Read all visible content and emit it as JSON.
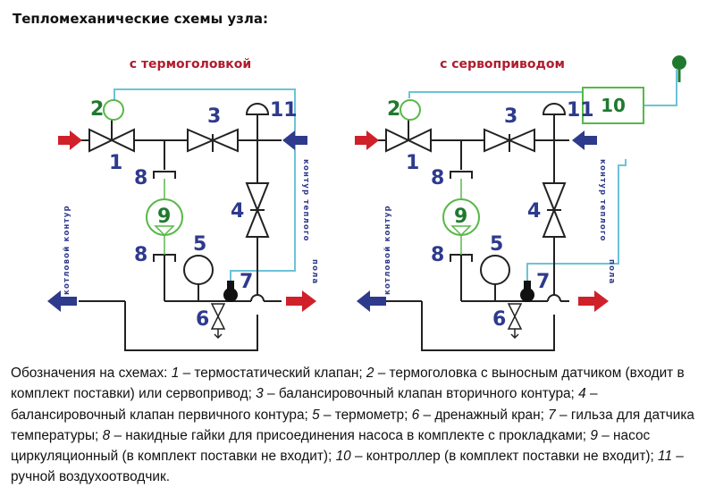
{
  "title": "Тепломеханические схемы узла:",
  "schemes": [
    {
      "subtitle": "с термоголовкой",
      "labels": {
        "n1": "1",
        "n2": "2",
        "n3": "3",
        "n4": "4",
        "n5": "5",
        "n6": "6",
        "n7": "7",
        "n8a": "8",
        "n8b": "8",
        "n9": "9",
        "n11": "11"
      },
      "left_vertical": "котловой контур",
      "right_vertical_1": "контур теплого",
      "right_vertical_2": "пола"
    },
    {
      "subtitle": "с сервоприводом",
      "labels": {
        "n1": "1",
        "n2": "2",
        "n3": "3",
        "n4": "4",
        "n5": "5",
        "n6": "6",
        "n7": "7",
        "n8a": "8",
        "n8b": "8",
        "n9": "9",
        "n10": "10",
        "n11": "11"
      },
      "left_vertical": "котловой контур",
      "right_vertical_1": "контур теплого",
      "right_vertical_2": "пола"
    }
  ],
  "colors": {
    "subtitle": "#b01c2e",
    "number_blue": "#2e3a8c",
    "number_green": "#1f7a2e",
    "hot_arrow": "#d0202a",
    "cold_arrow": "#2e3a8c",
    "signal_line": "#6cc3d8",
    "pump": "#58b848",
    "pipe": "#222222"
  },
  "legend": {
    "intro": "Обозначения на схемах: ",
    "items": [
      {
        "num": "1",
        "text": " – термостатический клапан; "
      },
      {
        "num": "2",
        "text": " – термоголовка с выносным датчиком (входит в комплект поставки) или сервопривод; "
      },
      {
        "num": "3",
        "text": " – балансировочный клапан вторичного контура; "
      },
      {
        "num": "4",
        "text": " – балансировочный клапан первичного контура; "
      },
      {
        "num": "5",
        "text": " – термометр; "
      },
      {
        "num": "6",
        "text": " – дренажный кран; "
      },
      {
        "num": "7",
        "text": " – гильза для датчика температуры; "
      },
      {
        "num": "8",
        "text": " – накидные гайки для присоединения насоса в комплекте с прокладками; "
      },
      {
        "num": "9",
        "text": " – насос циркуляционный (в комплект поставки не входит); "
      },
      {
        "num": "10",
        "text": " – контроллер (в комплект поставки не входит); "
      },
      {
        "num": "11",
        "text": " – ручной воздухоотводчик."
      }
    ]
  }
}
